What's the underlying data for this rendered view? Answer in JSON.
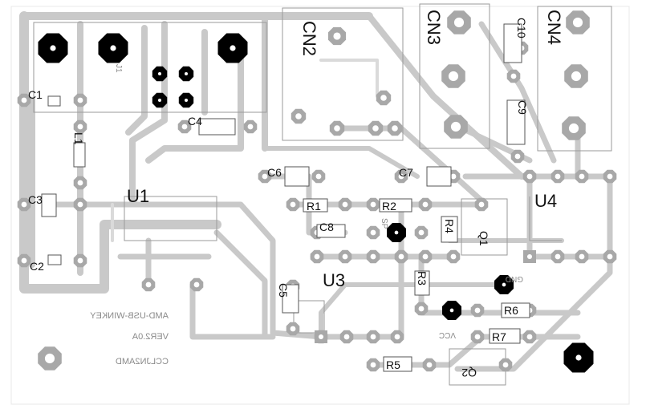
{
  "board": {
    "background": "#ffffff",
    "trace_color": "#c9c9c9",
    "pad_color": "#a8a8a8",
    "hole_color": "#000000",
    "silkscreen_color": "#8a8a8a",
    "label_color": "#111111"
  },
  "labels": {
    "cn2": "CN2",
    "cn3": "CN3",
    "cn4": "CN4",
    "c10": "C10",
    "c9": "C9",
    "c1": "C1",
    "c2": "C2",
    "c3": "C3",
    "c4": "C4",
    "c5": "C5",
    "c6": "C6",
    "c7": "C7",
    "c8": "C8",
    "l1": "L1",
    "u1": "U1",
    "u3": "U3",
    "u4": "U4",
    "r1": "R1",
    "r2": "R2",
    "r3": "R3",
    "r4": "R4",
    "r5": "R5",
    "r6": "R6",
    "r7": "R7",
    "q1": "Q1",
    "q2": "Q2",
    "j1": "J1",
    "sp": "SP",
    "gnd": "GND",
    "vcc": "VCC"
  },
  "silkscreen": {
    "line1": "AMD-USB-WINKEY",
    "line2": "VER2.0A",
    "line3": "CCLJN2AMD"
  }
}
